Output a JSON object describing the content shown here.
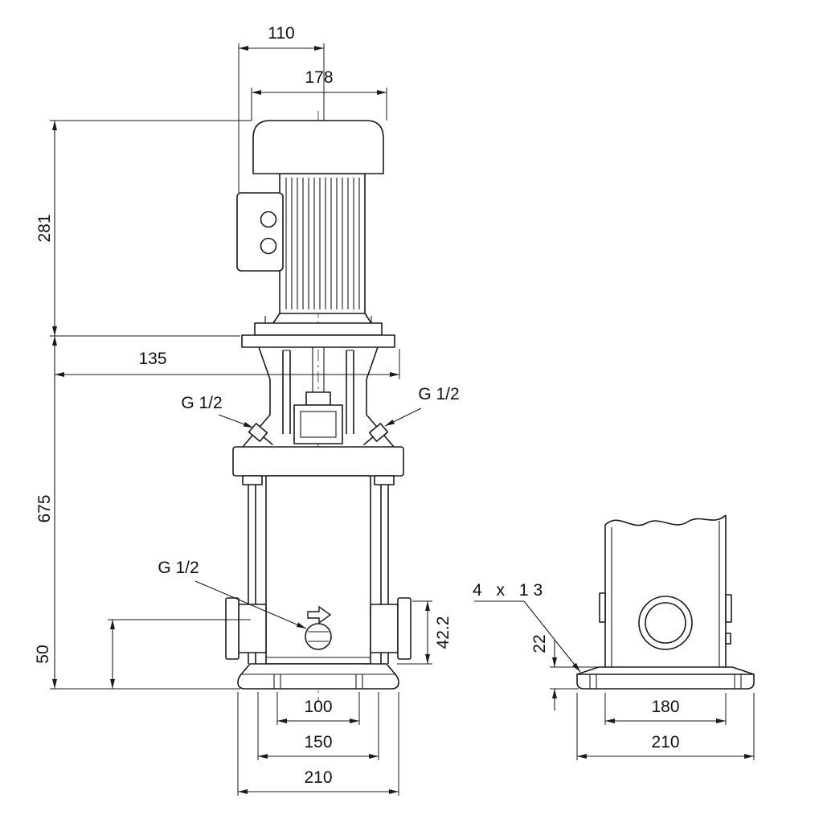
{
  "dims": {
    "front": {
      "terminal_box_width": "110",
      "motor_width": "178",
      "motor_height": "281",
      "head_length": "135",
      "pump_height": "675",
      "gauge_plug_left": "G 1/2",
      "gauge_plug_right": "G 1/2",
      "drain_plug": "G 1/2",
      "port_height": "50",
      "port_flange_height": "42.2",
      "anchor_hole_spacing": "100",
      "bolt_circle_spacing": "150",
      "base_width": "210"
    },
    "side": {
      "foot_holes": "4 x 13",
      "base_height": "22",
      "base_depth": "180",
      "base_length": "210"
    }
  }
}
